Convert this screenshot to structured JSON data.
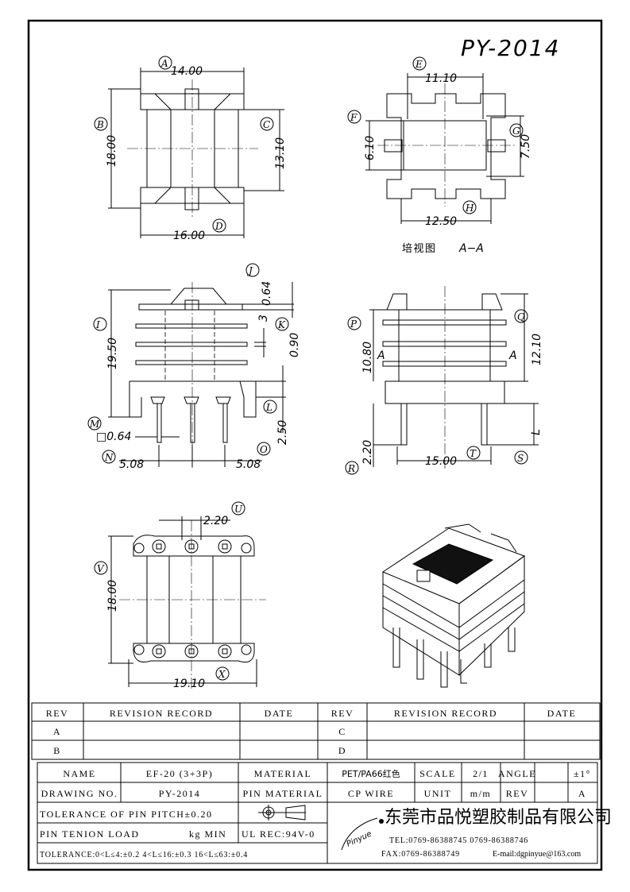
{
  "drawing_title": "PY-2014",
  "views": {
    "top": {
      "A": "14.00",
      "B": "18.00",
      "C": "13.10",
      "D": "16.00"
    },
    "section": {
      "E": "11.10",
      "F": "6.10",
      "G": "7.50",
      "H": "12.50",
      "caption": "培视图",
      "section_label": "A−A"
    },
    "side_left": {
      "I": "19.50",
      "J": "0.64",
      "pitch_small": "3",
      "K": "0.90",
      "L": "2.50",
      "M": "□0.64",
      "N": "5.08",
      "O": "5.08"
    },
    "side_right": {
      "P": "10.80",
      "Q": "12.10",
      "R": "2.20",
      "S": "L",
      "T": "15.00",
      "A_mark": "A"
    },
    "bottom": {
      "U": "2.20",
      "V": "18.00",
      "X": "19.10"
    }
  },
  "letters": {
    "A": "A",
    "B": "B",
    "C": "C",
    "D": "D",
    "E": "E",
    "F": "F",
    "G": "G",
    "H": "H",
    "I": "I",
    "J": "J",
    "K": "K",
    "L": "L",
    "M": "M",
    "N": "N",
    "O": "O",
    "P": "P",
    "Q": "Q",
    "R": "R",
    "S": "S",
    "T": "T",
    "U": "U",
    "V": "V",
    "X": "X"
  },
  "revision_table": {
    "headers": [
      "REV",
      "REVISION RECORD",
      "DATE",
      "REV",
      "REVISION RECORD",
      "DATE"
    ],
    "rows": [
      [
        "A",
        "",
        "",
        "C",
        "",
        ""
      ],
      [
        "B",
        "",
        "",
        "D",
        "",
        ""
      ]
    ]
  },
  "title_block": {
    "name_label": "NAME",
    "name": "EF-20 (3+3P)",
    "material_label": "MATERIAL",
    "material": "PET/PA66红色",
    "scale_label": "SCALE",
    "scale": "2/1",
    "angle_label": "ANGLE",
    "angle": "±1°",
    "drawing_no_label": "DRAWING NO.",
    "drawing_no": "PY-2014",
    "pin_material_label": "PIN MATERIAL",
    "pin_material": "CP WIRE",
    "unit_label": "UNIT",
    "unit": "m/m",
    "rev_label": "REV",
    "rev": "A",
    "pin_pitch_tol": "TOLERANCE OF PIN PITCH±0.20",
    "pin_load_label": "PIN TENION LOAD",
    "pin_load_unit": "kg MIN",
    "ul": "UL REC:94V-0",
    "tolerance": "TOLERANCE:0<L≤4:±0.2  4<L≤16:±0.3  16<L≤63:±0.4",
    "logo": "Pinyue",
    "company": "东莞市品悦塑胶制品有限公司",
    "tel": "TEL:0769-86388745    0769-86388746",
    "fax": "FAX:0769-86388749",
    "email": "E-mail:dgpinyue@163.com"
  }
}
